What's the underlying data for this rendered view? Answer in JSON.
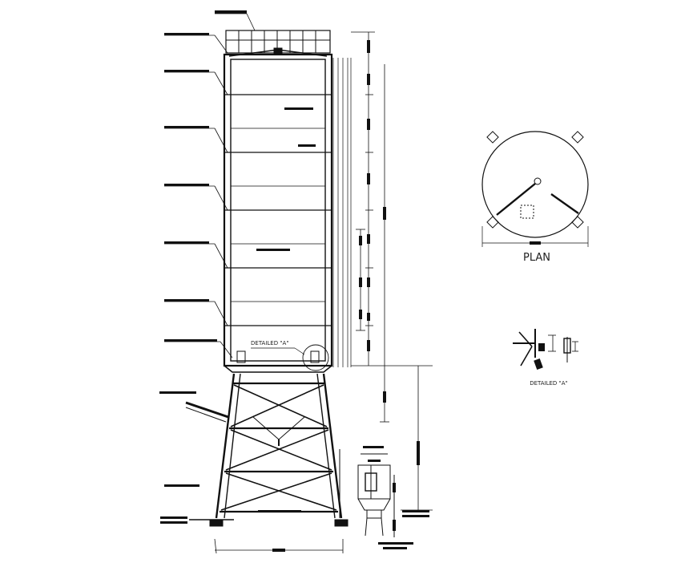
{
  "plan_view": {
    "label": "PLAN"
  },
  "detail_view": {
    "label": "DETAILED \"A\""
  },
  "elevation_view": {
    "callout_label": "DETAILED \"A\""
  },
  "colors": {
    "line": "#111111",
    "background": "#ffffff"
  }
}
